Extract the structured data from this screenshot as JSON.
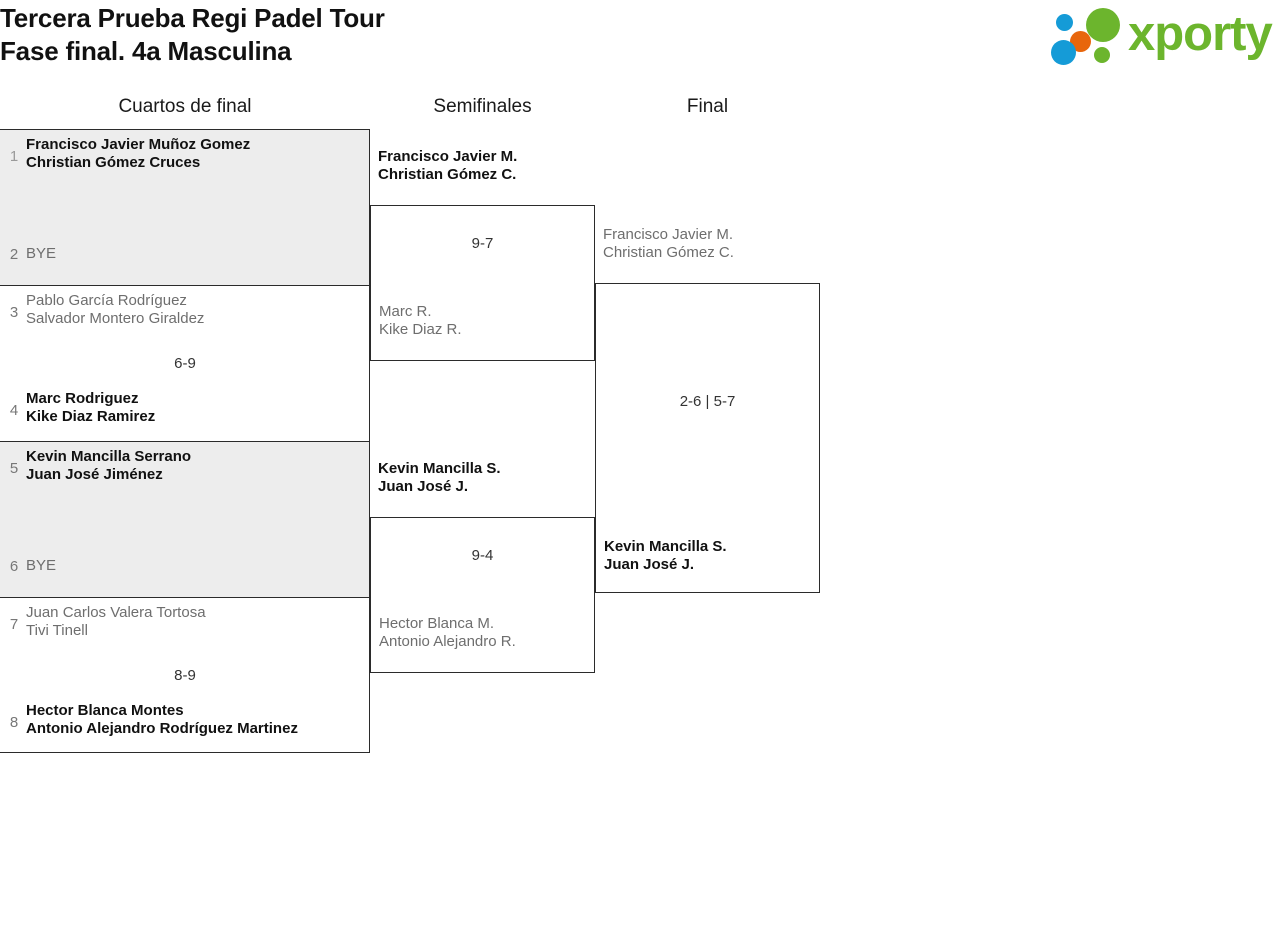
{
  "header": {
    "title_line1": "Tercera Prueba Regi Padel Tour",
    "title_line2": "Fase final. 4a Masculina",
    "logo_word": "xporty",
    "logo_colors": {
      "green": "#6cb52d",
      "blue": "#159bd7",
      "orange": "#e8660c"
    }
  },
  "rounds": {
    "quarterfinals_label": "Cuartos de final",
    "semifinals_label": "Semifinales",
    "final_label": "Final"
  },
  "quarterfinals": [
    {
      "top": {
        "seed": "1",
        "line1": "Francisco Javier Muñoz Gomez",
        "line2": "Christian Gómez Cruces",
        "winner": true
      },
      "bottom": {
        "seed": "2",
        "line1": "BYE",
        "line2": "",
        "winner": false,
        "bye": true
      },
      "score": ""
    },
    {
      "top": {
        "seed": "3",
        "line1": "Pablo García Rodríguez",
        "line2": "Salvador Montero Giraldez",
        "winner": false
      },
      "bottom": {
        "seed": "4",
        "line1": "Marc Rodriguez",
        "line2": "Kike Diaz Ramirez",
        "winner": true
      },
      "score": "6-9"
    },
    {
      "top": {
        "seed": "5",
        "line1": "Kevin Mancilla Serrano",
        "line2": "Juan José Jiménez",
        "winner": true
      },
      "bottom": {
        "seed": "6",
        "line1": "BYE",
        "line2": "",
        "winner": false,
        "bye": true
      },
      "score": ""
    },
    {
      "top": {
        "seed": "7",
        "line1": "Juan Carlos Valera Tortosa",
        "line2": "Tivi Tinell",
        "winner": false
      },
      "bottom": {
        "seed": "8",
        "line1": "Hector Blanca Montes",
        "line2": "Antonio Alejandro Rodríguez Martinez",
        "winner": true
      },
      "score": "8-9"
    }
  ],
  "semifinals": [
    {
      "top": {
        "line1": "Francisco Javier M.",
        "line2": "Christian Gómez C.",
        "winner": true
      },
      "bottom": {
        "line1": "Marc R.",
        "line2": "Kike Diaz R.",
        "winner": false
      },
      "score": "9-7"
    },
    {
      "top": {
        "line1": "Kevin Mancilla S.",
        "line2": "Juan José J.",
        "winner": true
      },
      "bottom": {
        "line1": "Hector Blanca M.",
        "line2": "Antonio Alejandro R.",
        "winner": false
      },
      "score": "9-4"
    }
  ],
  "final": {
    "top": {
      "line1": "Francisco Javier M.",
      "line2": "Christian Gómez C.",
      "winner": false
    },
    "bottom": {
      "line1": "Kevin Mancilla S.",
      "line2": "Juan José J.",
      "winner": true
    },
    "score": "2-6 | 5-7"
  }
}
